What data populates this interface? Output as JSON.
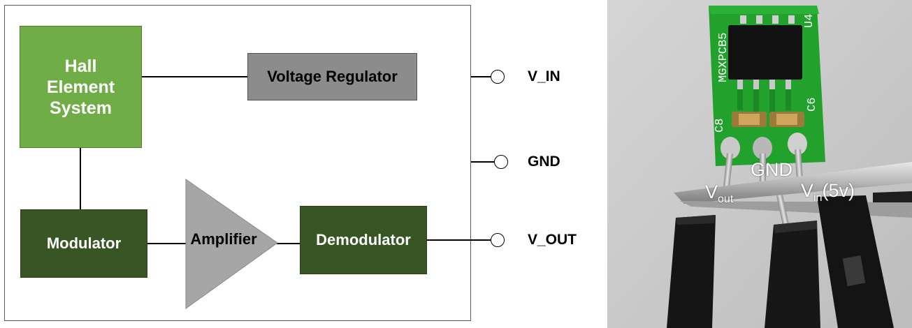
{
  "diagram": {
    "blocks": {
      "hall": "Hall\nElement\nSystem",
      "regulator": "Voltage Regulator",
      "modulator": "Modulator",
      "amplifier": "Amplifier",
      "demodulator": "Demodulator"
    },
    "pins": {
      "vin": "V_IN",
      "gnd": "GND",
      "vout": "V_OUT"
    },
    "colors": {
      "hall_block": "#70ad47",
      "regulator_block": "#8c8c8c",
      "dark_green_block": "#375623",
      "amplifier_triangle": "#a6a6a6"
    }
  },
  "photo": {
    "pcb_silkscreen": {
      "board": "MGXPCB5",
      "chip": "U4",
      "cap_left": "C8",
      "cap_right": "C6"
    },
    "labels": {
      "gnd": "GND",
      "vout_main": "V",
      "vout_sub": "out",
      "vin_main": "V",
      "vin_sub": "in",
      "vin_suffix": "(5v)"
    }
  }
}
